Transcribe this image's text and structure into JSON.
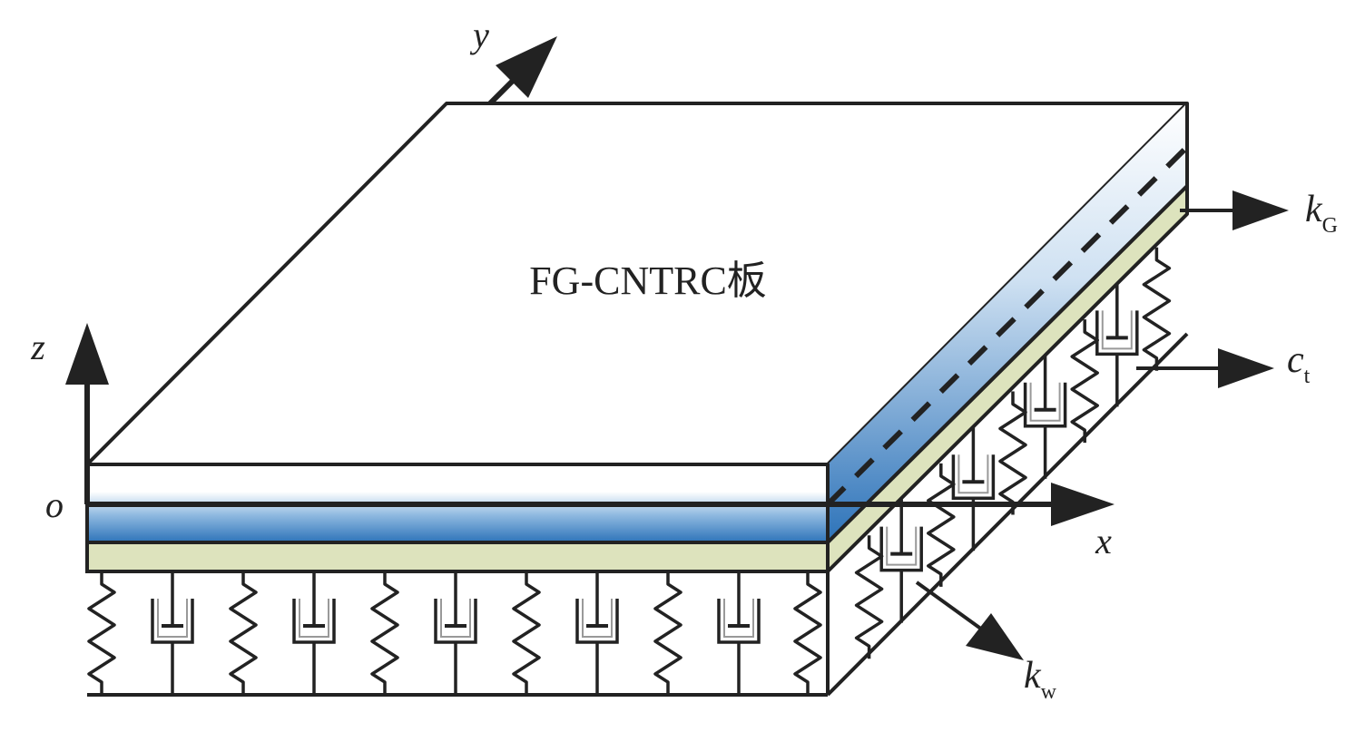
{
  "plate_label": "FG-CNTRC板",
  "axes": {
    "x": "x",
    "y": "y",
    "z": "z",
    "origin": "o"
  },
  "foundation": {
    "shear_layer": {
      "symbol": "k",
      "subscript": "G"
    },
    "damping": {
      "symbol": "c",
      "subscript": "t"
    },
    "winkler": {
      "symbol": "k",
      "subscript": "w"
    }
  },
  "colors": {
    "outline": "#222222",
    "blue_dark": "#2d73b9",
    "blue_light": "#ffffff",
    "shear_layer": "#dde3bd"
  }
}
